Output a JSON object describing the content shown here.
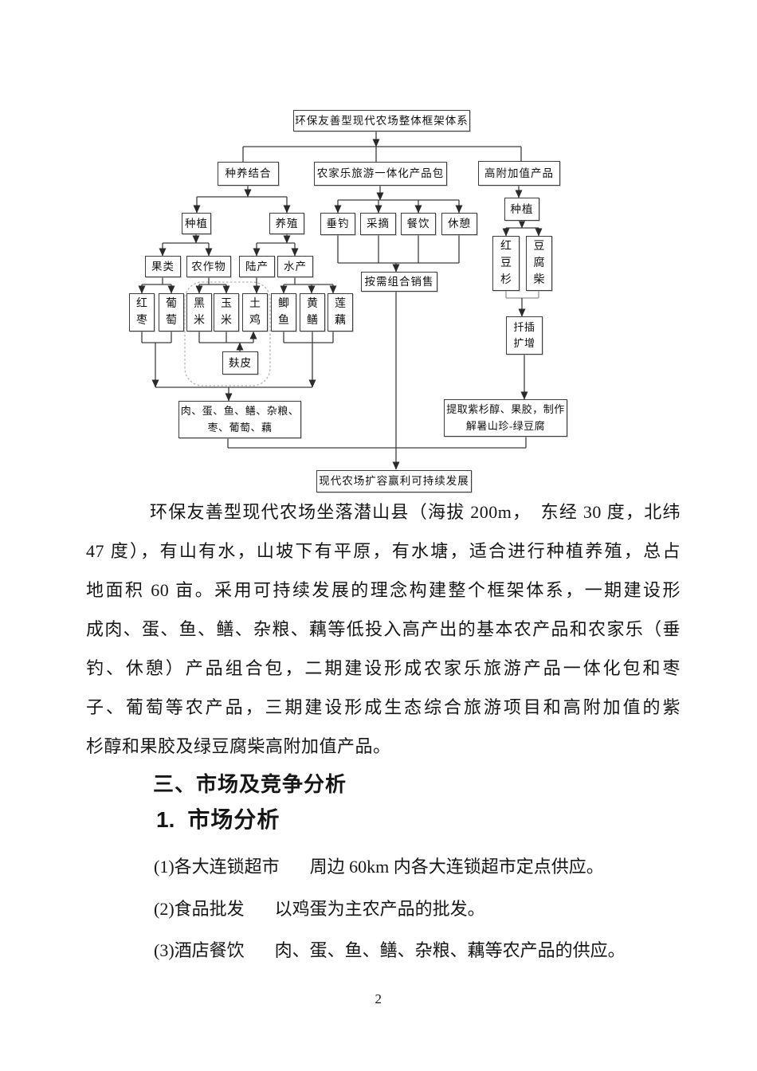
{
  "flowchart": {
    "nodes": {
      "root": "环保友善型现代农场整体框架体系",
      "branch_planting_breeding": "种养结合",
      "branch_agritainment": "农家乐旅游一体化产品包",
      "branch_high_value": "高附加值产品",
      "planting1": "种植",
      "breeding": "养殖",
      "fishing": "垂钓",
      "picking": "采摘",
      "dining": "餐饮",
      "resting": "休憩",
      "planting2": "种植",
      "fruits": "果类",
      "crops": "农作物",
      "land_produce": "陆产",
      "aquatic": "水产",
      "combo_sales": "按需组合销售",
      "red_yew": "红豆杉",
      "doufuchai": "豆腐柴",
      "red_date": "红枣",
      "grape": "葡萄",
      "black_rice": "黑米",
      "corn": "玉米",
      "native_chicken": "土鸡",
      "crucian_carp": "鲫鱼",
      "yellow_eel": "黄鳝",
      "lotus_root": "莲藕",
      "bran": "麸皮",
      "cutting_propagation": [
        "扦插",
        "扩增"
      ],
      "extraction": [
        "提取紫杉醇、果胶，制作",
        "解暑山珍-绿豆腐"
      ],
      "basic_products": [
        "肉、蛋、鱼、鳝、杂粮、",
        "枣、葡萄、藕"
      ],
      "goal": "现代农场扩容赢利可持续发展"
    }
  },
  "paragraph": {
    "lines": [
      "环保友善型现代农场坐落潜山县（海拔 200m，　东经 30 度，北纬",
      "47 度），有山有水，山坡下有平原，有水塘，适合进行种植养殖，总占",
      "地面积 60 亩。采用可持续发展的理念构建整个框架体系，一期建设形",
      "成肉、蛋、鱼、鳝、杂粮、藕等低投入高产出的基本农产品和农家乐（垂",
      "钓、休憩）产品组合包，二期建设形成农家乐旅游产品一体化包和枣",
      "子、葡萄等农产品，三期建设形成生态综合旅游项目和高附加值的紫",
      "杉醇和果胶及绿豆腐柴高附加值产品。"
    ]
  },
  "sections": {
    "heading1": "三、市场及竞争分析",
    "heading2": {
      "num": "1.",
      "text": "市场分析"
    },
    "items": [
      {
        "num": "(1)",
        "name": "各大连锁超市",
        "desc": "周边 60km 内各大连锁超市定点供应。"
      },
      {
        "num": "(2)",
        "name": "食品批发",
        "desc": "以鸡蛋为主农产品的批发。"
      },
      {
        "num": "(3)",
        "name": "酒店餐饮",
        "desc": "肉、蛋、鱼、鳝、杂粮、藕等农产品的供应。"
      }
    ]
  },
  "page": {
    "number": "2"
  }
}
